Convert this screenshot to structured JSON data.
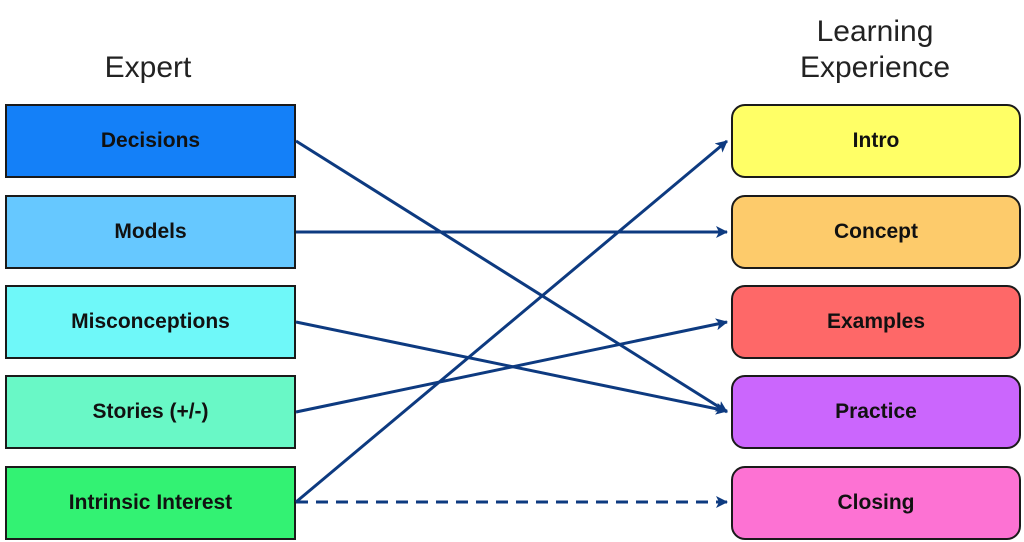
{
  "titles": {
    "left": "Expert",
    "right_line1": "Learning",
    "right_line2": "Experience"
  },
  "left_boxes": [
    {
      "label": "Decisions",
      "color": "#1480f8"
    },
    {
      "label": "Models",
      "color": "#66c8ff"
    },
    {
      "label": "Misconceptions",
      "color": "#6ff8f9"
    },
    {
      "label": "Stories (+/-)",
      "color": "#69f8c6"
    },
    {
      "label": "Intrinsic Interest",
      "color": "#33f273"
    }
  ],
  "right_boxes": [
    {
      "label": "Intro",
      "color": "#ffff66"
    },
    {
      "label": "Concept",
      "color": "#fdcb6b"
    },
    {
      "label": "Examples",
      "color": "#fe6868"
    },
    {
      "label": "Practice",
      "color": "#cb66fd"
    },
    {
      "label": "Closing",
      "color": "#fd72d3"
    }
  ],
  "arrow_color": "#0d3a80",
  "connections": [
    {
      "from": "Decisions",
      "to": "Practice",
      "style": "solid"
    },
    {
      "from": "Models",
      "to": "Concept",
      "style": "solid"
    },
    {
      "from": "Misconceptions",
      "to": "Practice",
      "style": "solid"
    },
    {
      "from": "Stories (+/-)",
      "to": "Examples",
      "style": "solid"
    },
    {
      "from": "Intrinsic Interest",
      "to": "Intro",
      "style": "solid"
    },
    {
      "from": "Intrinsic Interest",
      "to": "Closing",
      "style": "dashed"
    }
  ]
}
